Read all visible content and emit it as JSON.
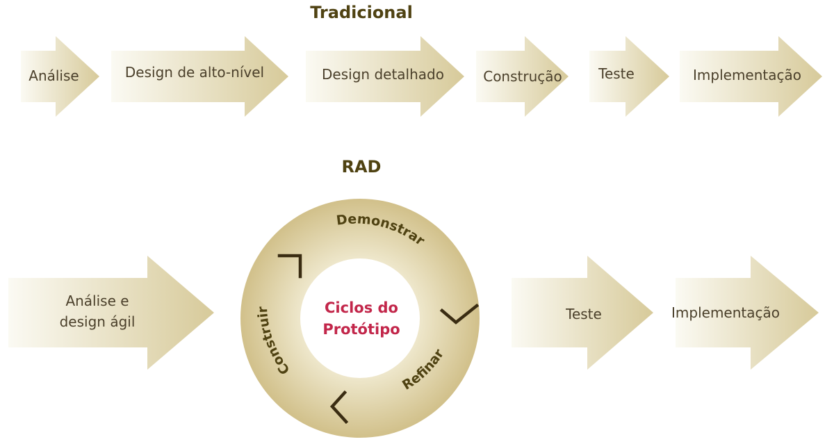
{
  "traditional": {
    "title": "Tradicional",
    "steps": [
      "Análise",
      "Design de alto-nível",
      "Design detalhado",
      "Construção",
      "Teste",
      "Implementação"
    ]
  },
  "rad": {
    "title": "RAD",
    "first_step_lines": [
      "Análise e",
      "design ágil"
    ],
    "cycle": {
      "center_lines": [
        "Ciclos do",
        "Protótipo"
      ],
      "phases": [
        "Demonstrar",
        "Refinar",
        "Construir"
      ]
    },
    "after_steps": [
      "Teste",
      "Implementação"
    ]
  },
  "colors": {
    "arrow_light": "#fbfaf3",
    "arrow_dark": "#d7ca9a",
    "ring_dark": "#d4c38f",
    "ring_light": "#f1ebd2",
    "title": "#4f4212",
    "text": "#4a3f2a",
    "center_text": "#c2264a",
    "cycle_marks": "#3a2c12"
  }
}
